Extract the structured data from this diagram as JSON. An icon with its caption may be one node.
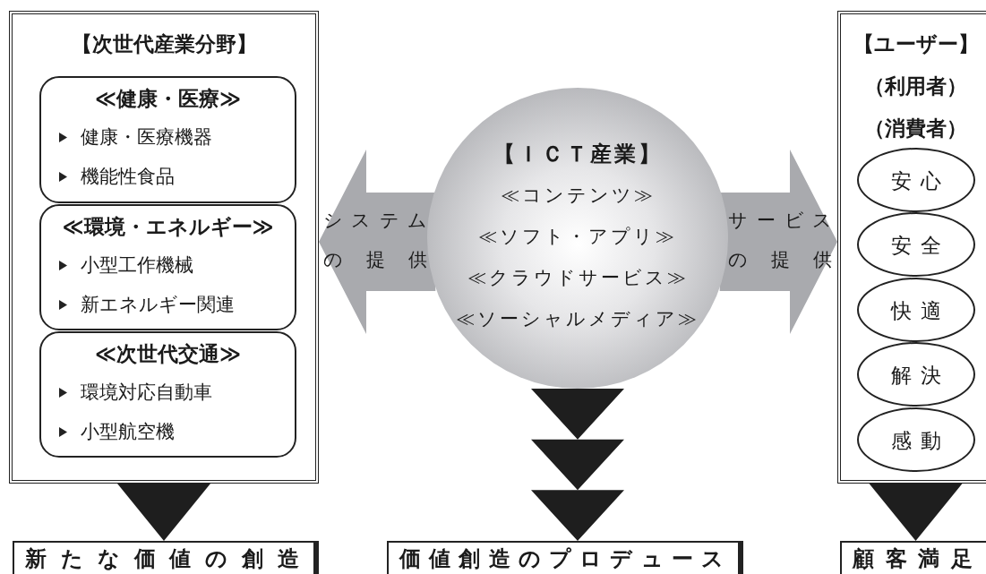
{
  "diagram": {
    "nodes": [
      {
        "text": [
          "【次世代産業分野】"
        ]
      },
      {
        "text": [
          "≪健康・医療≫",
          "健康・医療機器",
          "機能性食品"
        ],
        "in": 0
      },
      {
        "text": [
          "≪環境・エネルギー≫",
          "小型工作機械",
          "新エネルギー関連"
        ],
        "in": 0
      },
      {
        "text": [
          "≪次世代交通≫",
          "環境対応自動車",
          "小型航空機"
        ],
        "in": 0
      },
      {
        "text": [
          "【ＩＣＴ産業】",
          "≪コンテンツ≫",
          "≪ソフト・アプリ≫",
          "≪クラウドサービス≫",
          "≪ソーシャルメディア≫"
        ]
      },
      {
        "text": [
          "【ユーザー】",
          "（利用者）",
          "（消費者）"
        ]
      },
      {
        "text": [
          "安心"
        ],
        "in": 5
      },
      {
        "text": [
          "安全"
        ],
        "in": 5
      },
      {
        "text": [
          "快適"
        ],
        "in": 5
      },
      {
        "text": [
          "解決"
        ],
        "in": 5
      },
      {
        "text": [
          "感動"
        ],
        "in": 5
      },
      {
        "text": [
          "新たな価値の創造"
        ]
      },
      {
        "text": [
          "価値創造のプロデュース"
        ]
      },
      {
        "text": [
          "顧客満足"
        ]
      }
    ],
    "edges": [
      {
        "from": 4,
        "to": 0,
        "arrow": "to",
        "label": "システムの提供"
      },
      {
        "from": 4,
        "to": 5,
        "arrow": "to",
        "label": "サービスの提供"
      },
      {
        "from": 0,
        "to": 11,
        "arrow": "to"
      },
      {
        "from": 4,
        "to": 12,
        "arrow": "to"
      },
      {
        "from": 5,
        "to": 13,
        "arrow": "to"
      }
    ]
  }
}
